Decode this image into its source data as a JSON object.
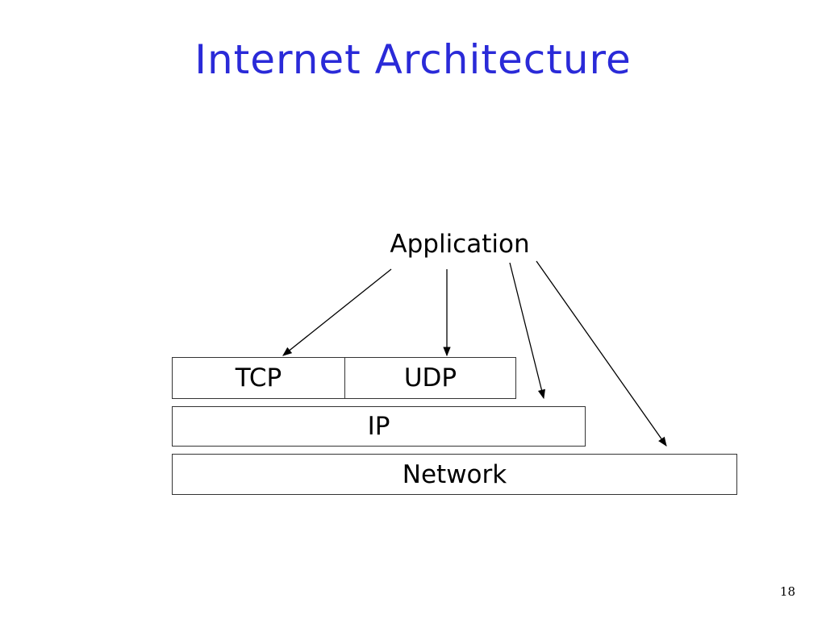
{
  "slide": {
    "title": "Internet Architecture",
    "page_number": "18"
  },
  "diagram": {
    "top_label": "Application",
    "layers": {
      "tcp": "TCP",
      "udp": "UDP",
      "ip": "IP",
      "network": "Network"
    }
  },
  "colors": {
    "title": "#2a2ad8",
    "lines": "#000000"
  }
}
